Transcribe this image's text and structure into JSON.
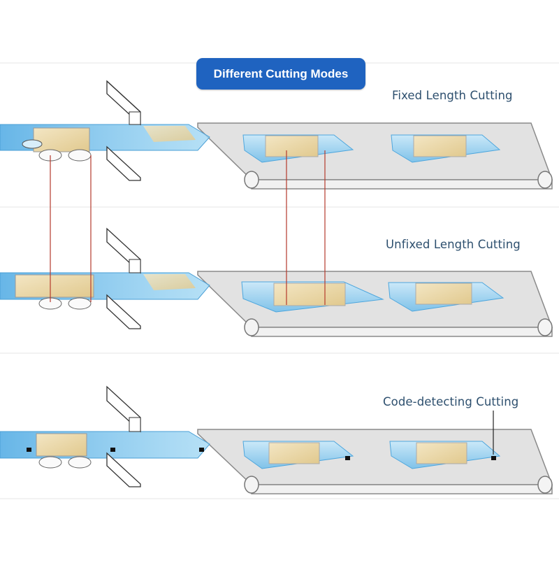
{
  "title": "Different Cutting Modes",
  "modes": [
    {
      "label": "Fixed Length Cutting"
    },
    {
      "label": "Unfixed Length Cutting"
    },
    {
      "label": "Code-detecting Cutting"
    }
  ],
  "colors": {
    "title_bg": "#1f63c0",
    "title_text": "#ffffff",
    "label_text": "#2d4f6e",
    "belt": "#e3e3e3",
    "film_blue": "#7cc3ec",
    "product": "#e9d9b0",
    "guide_line": "#b53a2c",
    "mark": "#111111"
  }
}
